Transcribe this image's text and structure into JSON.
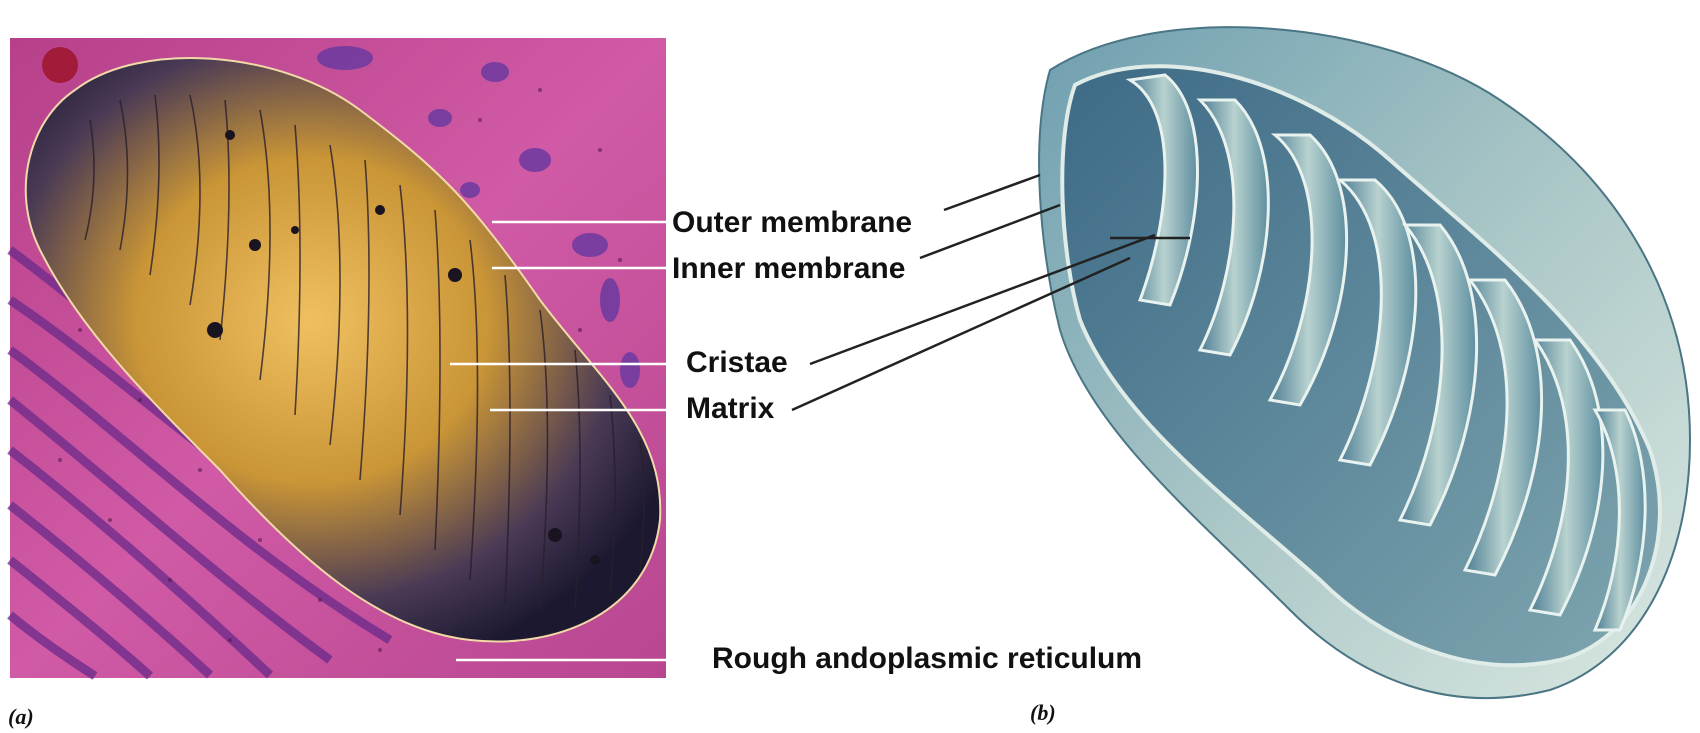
{
  "panel_a": {
    "caption": "(a)",
    "labels": {
      "outer_membrane": "Outer membrane",
      "inner_membrane": "Inner membrane",
      "cristae": "Cristae",
      "matrix": "Matrix",
      "rough_er": "Rough andoplasmic reticulum"
    }
  },
  "panel_b": {
    "caption": "(b)"
  },
  "colors": {
    "micrograph_background": "#c0468f",
    "matrix_gold": "#e0a83a",
    "matrix_dark": "#1e1a33",
    "er_purple": "#6a2a8a",
    "model_teal": "#5d8c9c",
    "model_light": "#c9dcd6",
    "leader_white": "#ffffff",
    "leader_dark": "#222222"
  }
}
